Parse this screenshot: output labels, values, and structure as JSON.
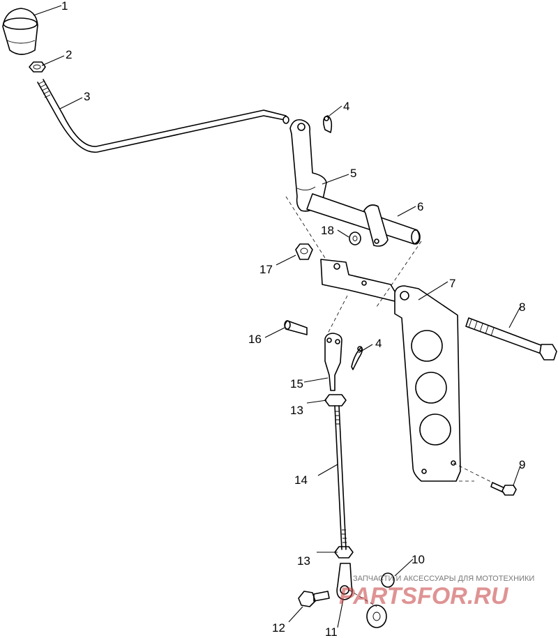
{
  "callouts": {
    "c1": "1",
    "c2": "2",
    "c3": "3",
    "c4a": "4",
    "c5": "5",
    "c6": "6",
    "c7": "7",
    "c8": "8",
    "c9": "9",
    "c10": "10",
    "c11": "11",
    "c12": "12",
    "c13a": "13",
    "c13b": "13",
    "c14": "14",
    "c15": "15",
    "c16": "16",
    "c17": "17",
    "c18": "18",
    "c4b": "4"
  },
  "watermark": {
    "tagline": "ЗАПЧАСТИ И АКСЕССУАРЫ ДЛЯ МОТОТЕХНИКИ",
    "logo": "PARTSFOR.RU"
  }
}
